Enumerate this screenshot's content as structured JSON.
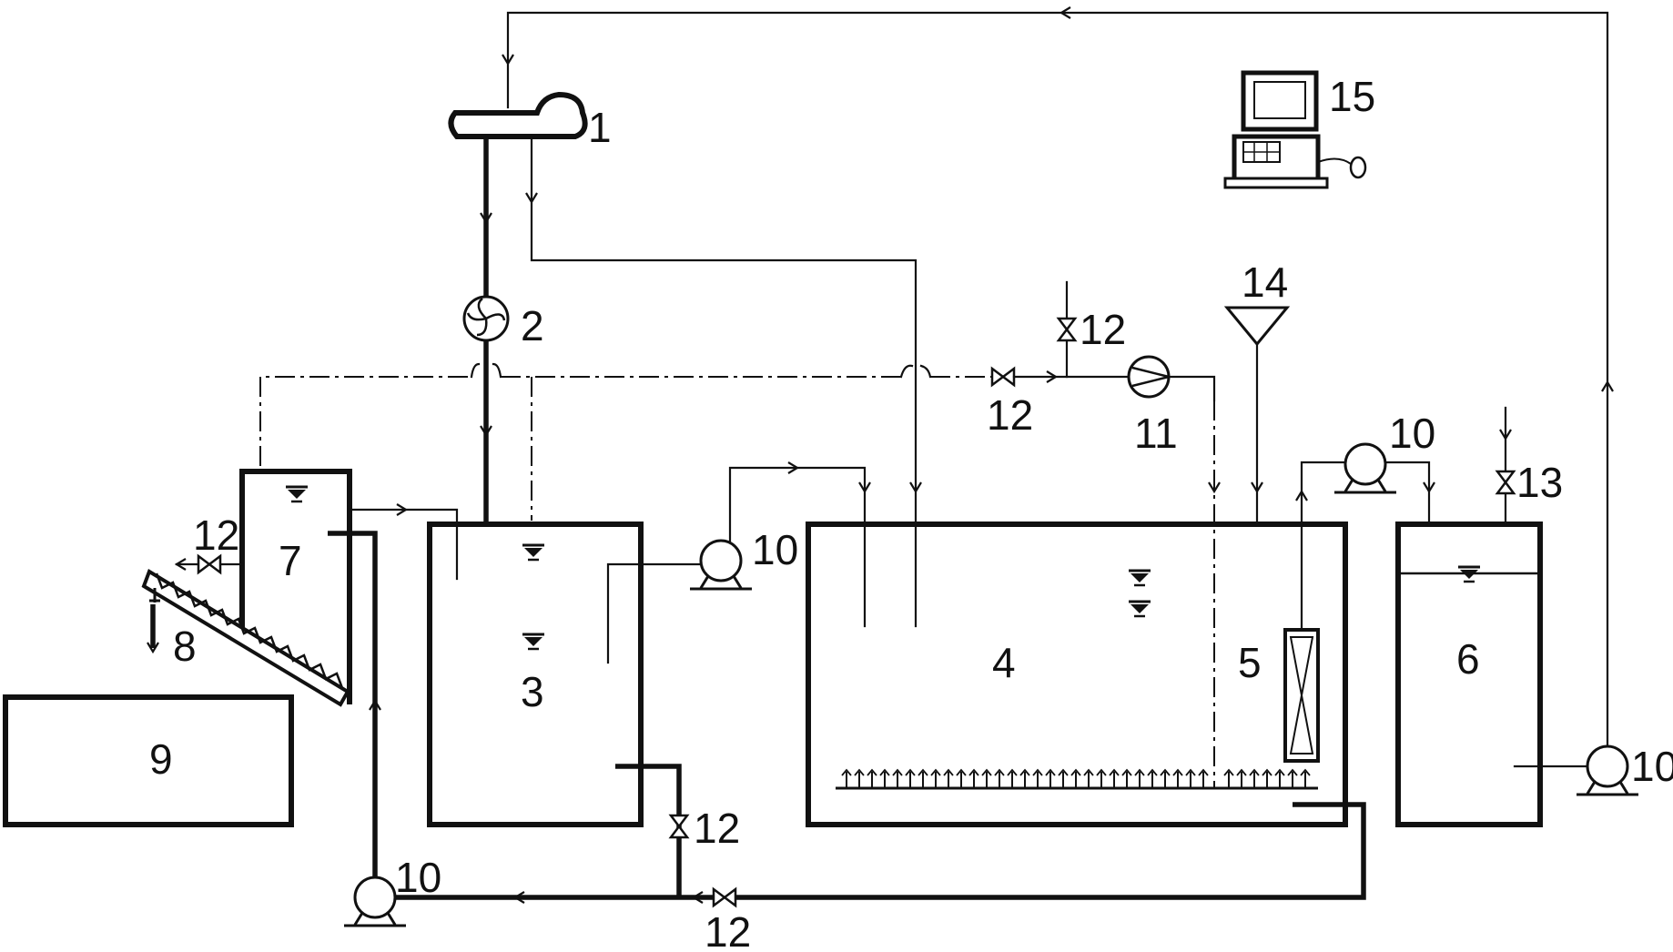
{
  "labels": {
    "l1": "1",
    "l2": "2",
    "l3": "3",
    "l4": "4",
    "l5": "5",
    "l6": "6",
    "l7": "7",
    "l8": "8",
    "l9": "9",
    "l10": "10",
    "l11": "11",
    "l12": "12",
    "l13": "13",
    "l14": "14",
    "l15": "15"
  },
  "icons": {
    "computer": "computer-icon",
    "pump": "pump-icon",
    "valve": "valve-icon",
    "fan": "fan-icon",
    "air_pump": "air-pump-icon",
    "flowmeter": "flowmeter-icon",
    "funnel": "funnel-icon",
    "water_level": "water-level-icon"
  },
  "colors": {
    "line": "#111111",
    "background": "#ffffff"
  }
}
